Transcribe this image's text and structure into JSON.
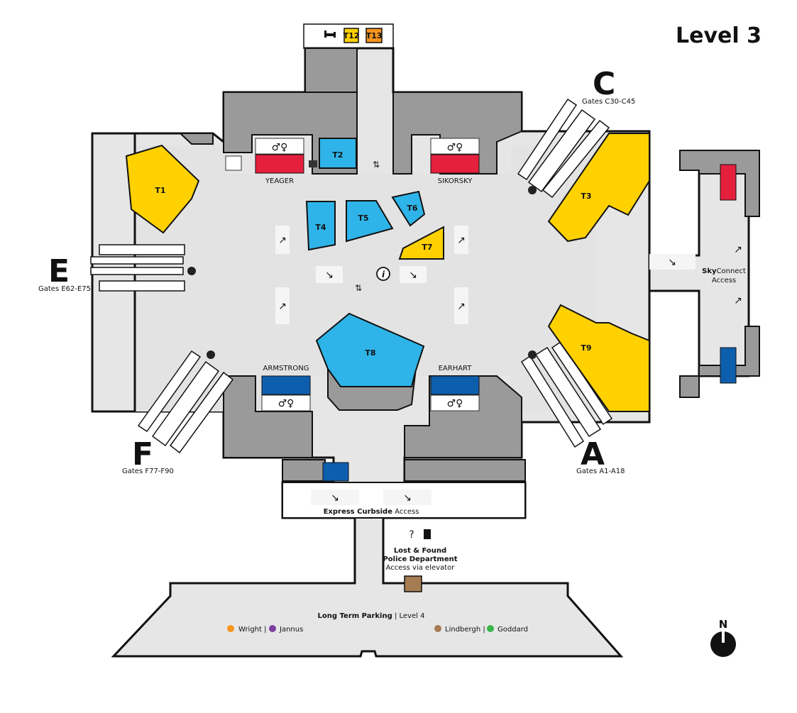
{
  "level_title": "Level 3",
  "concourses": [
    {
      "letter": "C",
      "gates": "Gates C30-C45"
    },
    {
      "letter": "E",
      "gates": "Gates E62-E75"
    },
    {
      "letter": "F",
      "gates": "Gates F77-F90"
    },
    {
      "letter": "A",
      "gates": "Gates A1-A18"
    }
  ],
  "shops": {
    "t1": "T1",
    "t2": "T2",
    "t3": "T3",
    "t4": "T4",
    "t5": "T5",
    "t6": "T6",
    "t7": "T7",
    "t8": "T8",
    "t9": "T9",
    "t12": "T12",
    "t13": "T13"
  },
  "restroom_areas": [
    "YEAGER",
    "SIKORSKY",
    "ARMSTRONG",
    "EARHART"
  ],
  "skyconnect": {
    "bold": "Sky",
    "rest": "Connect",
    "line2": "Access"
  },
  "curbside": {
    "bold": "Express Curbside",
    "rest": " Access"
  },
  "lost_found": {
    "line1": "Lost & Found",
    "line2": "Police Department",
    "line3": "Access via elevator"
  },
  "parking": {
    "bold": "Long Term Parking",
    "rest": " | Level 4"
  },
  "parking_left": [
    {
      "name": "Wright",
      "color": "#f7941d",
      "sep": " | "
    },
    {
      "name": "Jannus",
      "color": "#7b3f9e",
      "sep": ""
    }
  ],
  "parking_right": [
    {
      "name": "Lindbergh",
      "color": "#a67c52",
      "sep": " | "
    },
    {
      "name": "Goddard",
      "color": "#39b54a",
      "sep": ""
    }
  ],
  "north_label": "N",
  "info_icon": "i",
  "colors": {
    "yellow_shop": "#ffd100",
    "blue_shop": "#2eb4e8",
    "red_elevator": "#e4203d",
    "blue_elevator": "#0d5fae",
    "orange_shop": "#f7941d"
  }
}
